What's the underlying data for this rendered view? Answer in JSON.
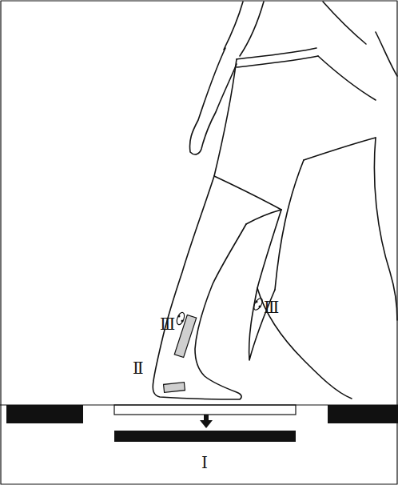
{
  "diagram": {
    "labels": [
      "Ⅲ",
      "Ⅲ",
      "Ⅱ",
      "Ⅰ"
    ]
  }
}
